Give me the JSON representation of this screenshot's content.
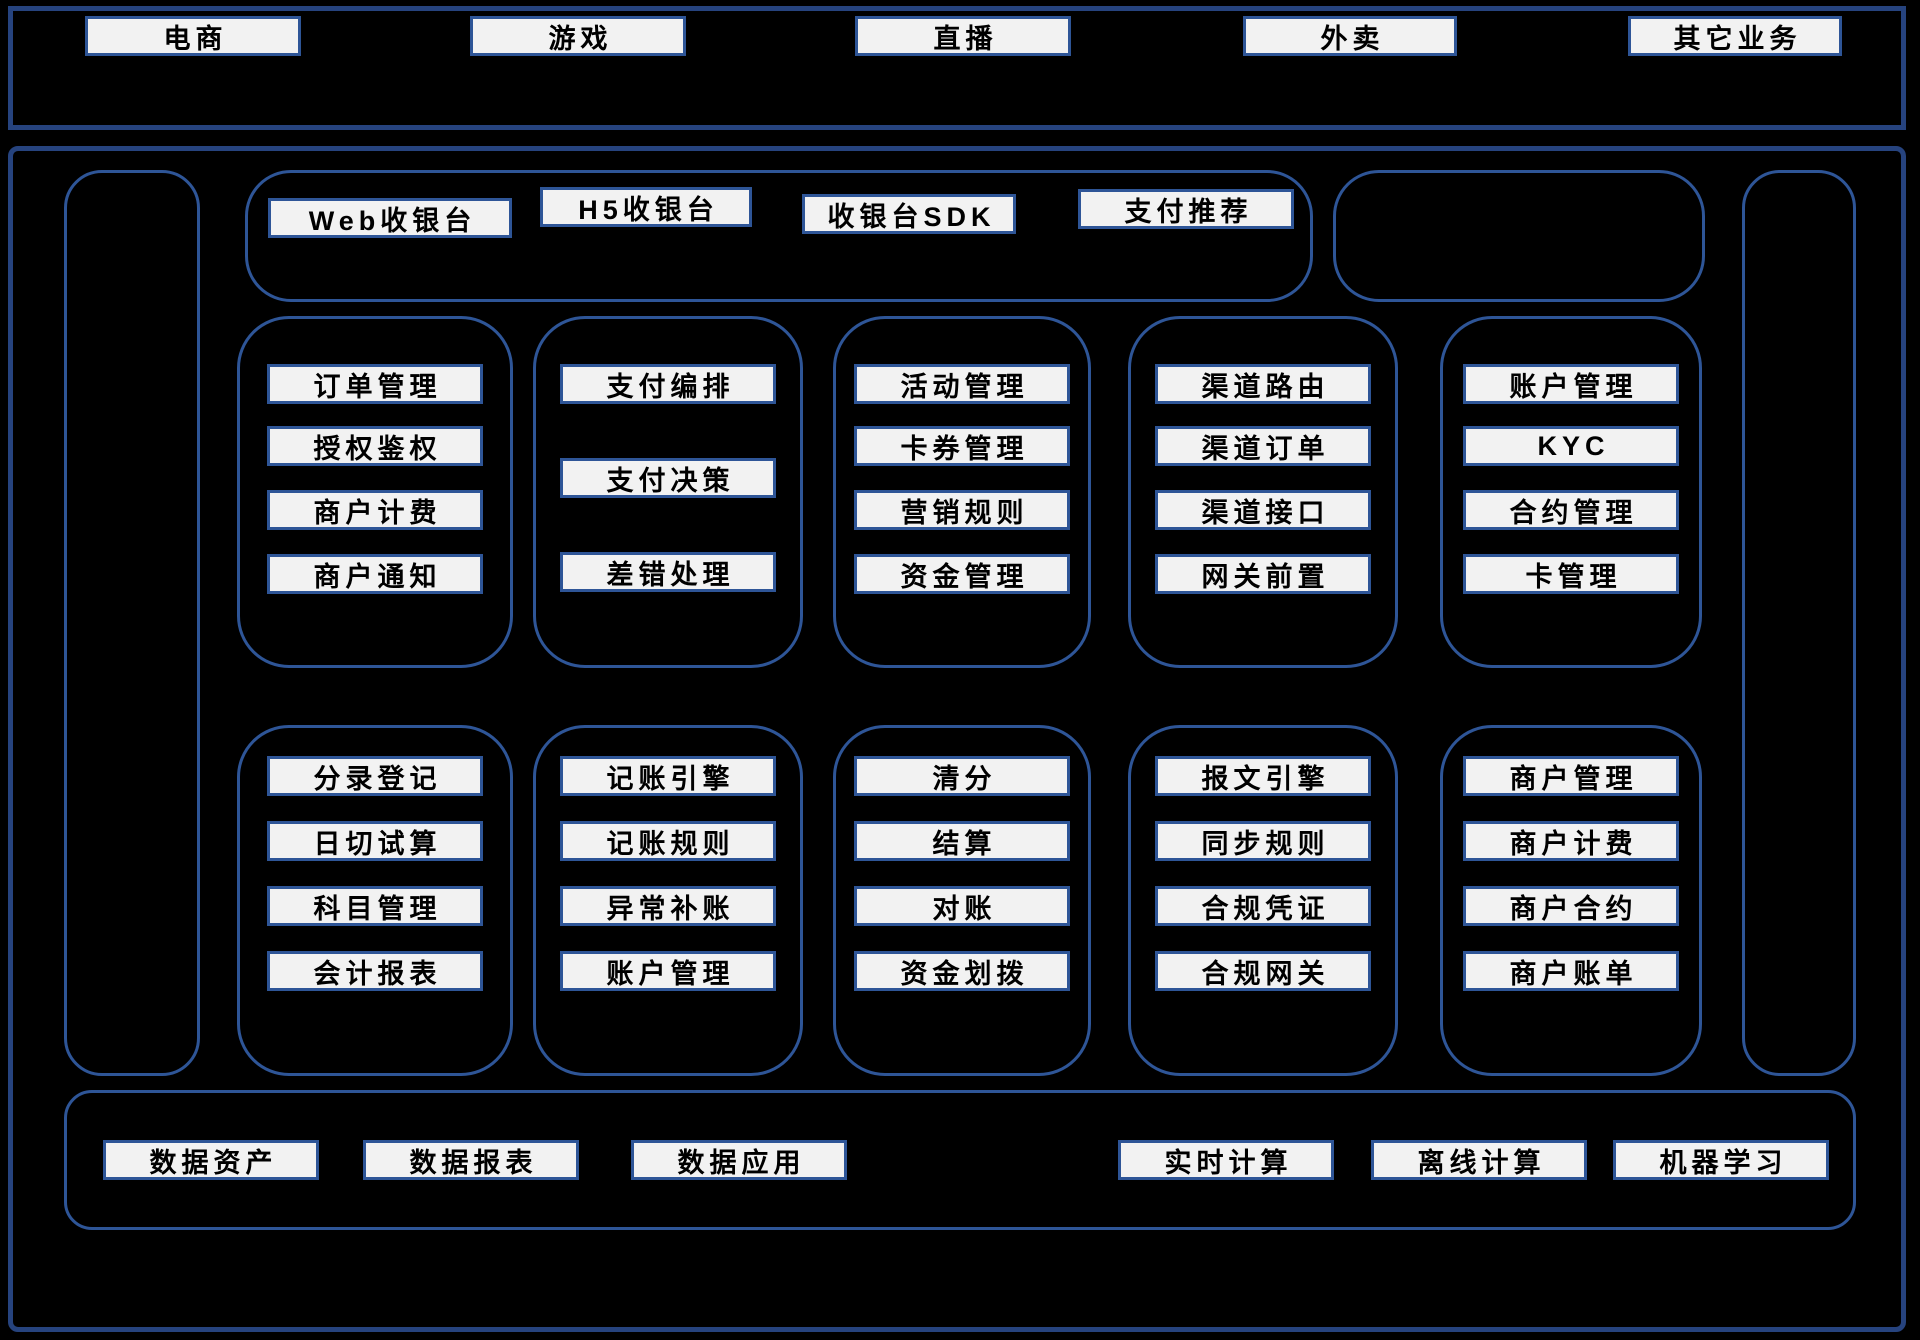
{
  "business_bar": {
    "items": [
      "电商",
      "游戏",
      "直播",
      "外卖",
      "其它业务"
    ]
  },
  "cashier_section": {
    "items": [
      "Web收银台",
      "H5收银台",
      "收银台SDK",
      "支付推荐"
    ]
  },
  "service_rows": {
    "row1": [
      [
        "订单管理",
        "授权鉴权",
        "商户计费",
        "商户通知"
      ],
      [
        "支付编排",
        "支付决策",
        "差错处理"
      ],
      [
        "活动管理",
        "卡券管理",
        "营销规则",
        "资金管理"
      ],
      [
        "渠道路由",
        "渠道订单",
        "渠道接口",
        "网关前置"
      ],
      [
        "账户管理",
        "KYC",
        "合约管理",
        "卡管理"
      ]
    ],
    "row2": [
      [
        "分录登记",
        "日切试算",
        "科目管理",
        "会计报表"
      ],
      [
        "记账引擎",
        "记账规则",
        "异常补账",
        "账户管理"
      ],
      [
        "清分",
        "结算",
        "对账",
        "资金划拨"
      ],
      [
        "报文引擎",
        "同步规则",
        "合规凭证",
        "合规网关"
      ],
      [
        "商户管理",
        "商户计费",
        "商户合约",
        "商户账单"
      ]
    ]
  },
  "data_layer": {
    "items": [
      "数据资产",
      "数据报表",
      "数据应用",
      "实时计算",
      "离线计算",
      "机器学习"
    ]
  },
  "colors": {
    "background": "#000000",
    "frame_border": "#26437E",
    "panel_border": "#2E5597",
    "chip_background": "#F2F2F2",
    "chip_border": "#2E5597",
    "chip_text": "#000000"
  }
}
